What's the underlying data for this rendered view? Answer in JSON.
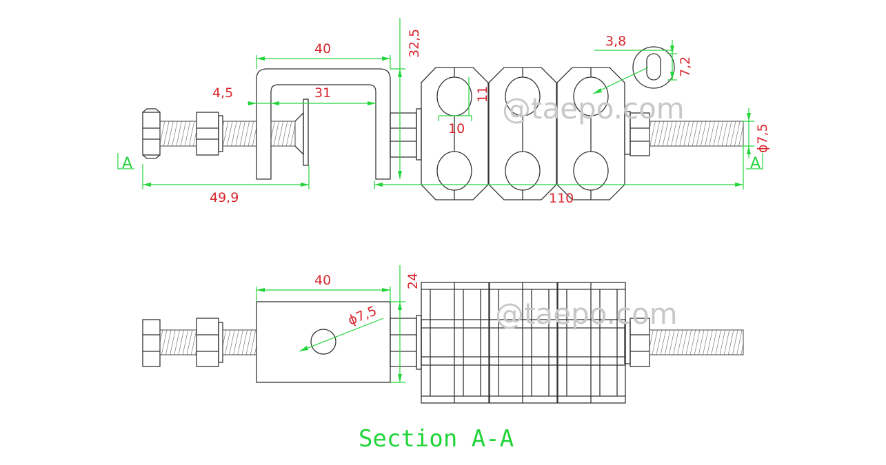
{
  "watermark": "@taepo.com",
  "section_title": "Section A-A",
  "section_marker": "A",
  "dimensions_top": {
    "bracket_width": "40",
    "bracket_height": "32,5",
    "inner_width": "31",
    "wall": "4,5",
    "bolt_length": "49,9",
    "total_length": "110",
    "hole_height": "11",
    "hole_width": "10",
    "slot_width": "3,8",
    "slot_height": "7,2",
    "rod_diameter": "ϕ7,5"
  },
  "dimensions_bottom": {
    "bracket_width": "40",
    "block_height": "24",
    "hole_diameter": "ϕ7,5"
  }
}
